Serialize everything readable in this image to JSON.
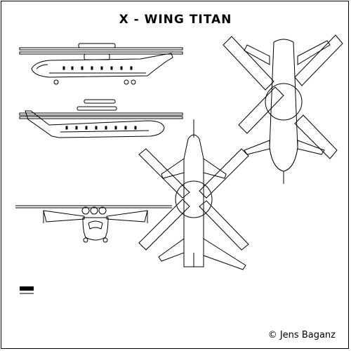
{
  "drawing": {
    "title": "X - WING TITAN",
    "credit": "© Jens Baganz",
    "views": [
      "side-view-right",
      "side-view-left",
      "front-view",
      "top-view",
      "bottom-view"
    ]
  }
}
